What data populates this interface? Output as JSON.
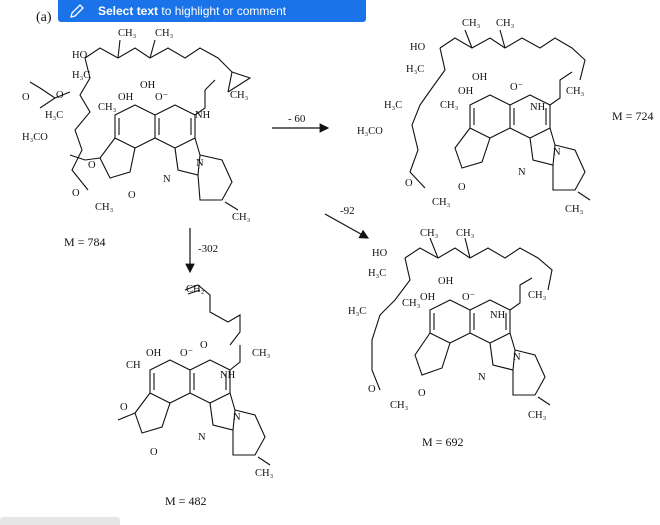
{
  "tooltip": {
    "bold": "Select text",
    "rest": " to highlight or comment"
  },
  "panel_label": "(a)",
  "atoms": {
    "ch3": "CH₃",
    "h3c": "H₃C",
    "ho": "HO",
    "oh": "OH",
    "nh": "NH",
    "n": "N",
    "o": "O",
    "ominus": "O⁻",
    "h3co": "H₃CO",
    "ch2": "CH₂",
    "ch": "CH"
  },
  "arrows": {
    "a1": "- 60",
    "a2": "-92",
    "a3": "-302"
  },
  "masses": {
    "m784": "M = 784",
    "m724": "M = 724",
    "m692": "M = 692",
    "m482": "M = 482"
  }
}
